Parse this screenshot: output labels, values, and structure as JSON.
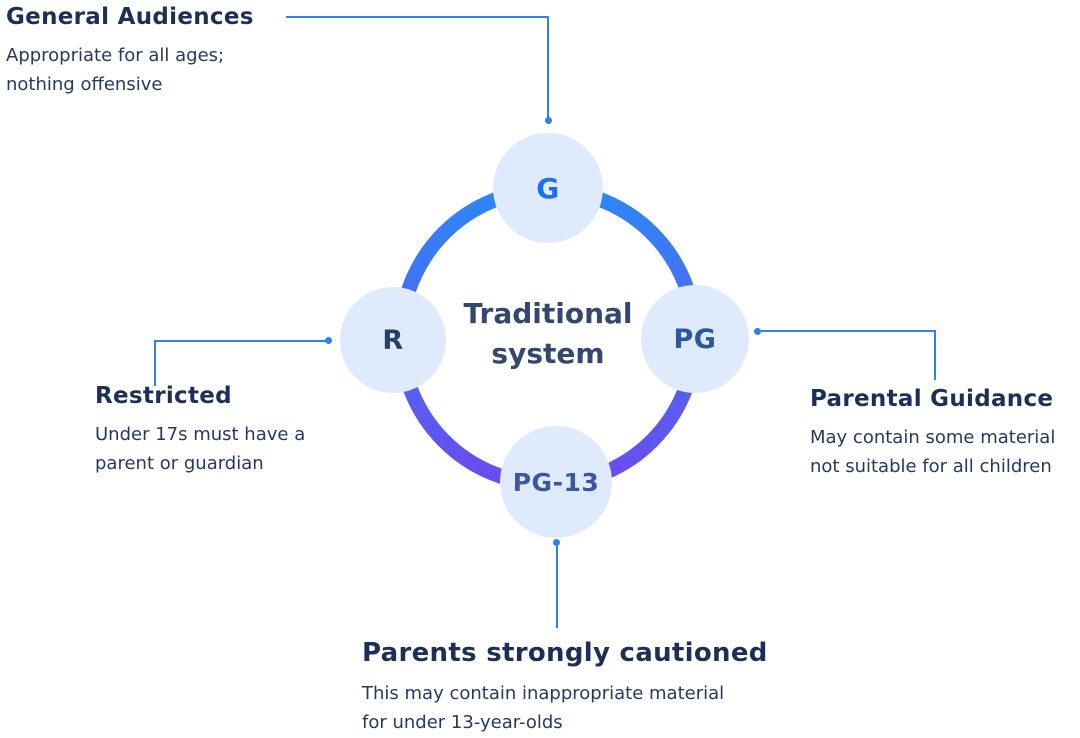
{
  "diagram": {
    "center": {
      "line1": "Traditional",
      "line2": "system"
    },
    "nodes": {
      "g": {
        "label": "G"
      },
      "pg": {
        "label": "PG"
      },
      "pg13": {
        "label": "PG-13"
      },
      "r": {
        "label": "R"
      }
    },
    "annotations": {
      "general_audiences": {
        "title": "General Audiences",
        "desc1": "Appropriate for all ages;",
        "desc2": "nothing offensive"
      },
      "parental_guidance": {
        "title": "Parental Guidance",
        "desc1": "May contain some material",
        "desc2": "not suitable for all children"
      },
      "restricted": {
        "title": "Restricted",
        "desc1": "Under 17s must have a",
        "desc2": "parent or guardian"
      },
      "parents_cautioned": {
        "title": "Parents strongly cautioned",
        "desc1": "This may contain inappropriate material",
        "desc2": "for under 13-year-olds"
      }
    },
    "colors": {
      "ring_gradient_top": "#2e86f7",
      "ring_gradient_bottom": "#6a4cee",
      "node_background": "#dfeafc",
      "connector": "#2f80ed",
      "heading_text": "#1d2f56",
      "body_text": "#27395f",
      "center_text": "#35476e",
      "node_g_text": "#1a6ff0",
      "node_pg_text": "#2b579e",
      "node_pg13_text": "#3a58a0",
      "node_r_text": "#23406e"
    }
  }
}
